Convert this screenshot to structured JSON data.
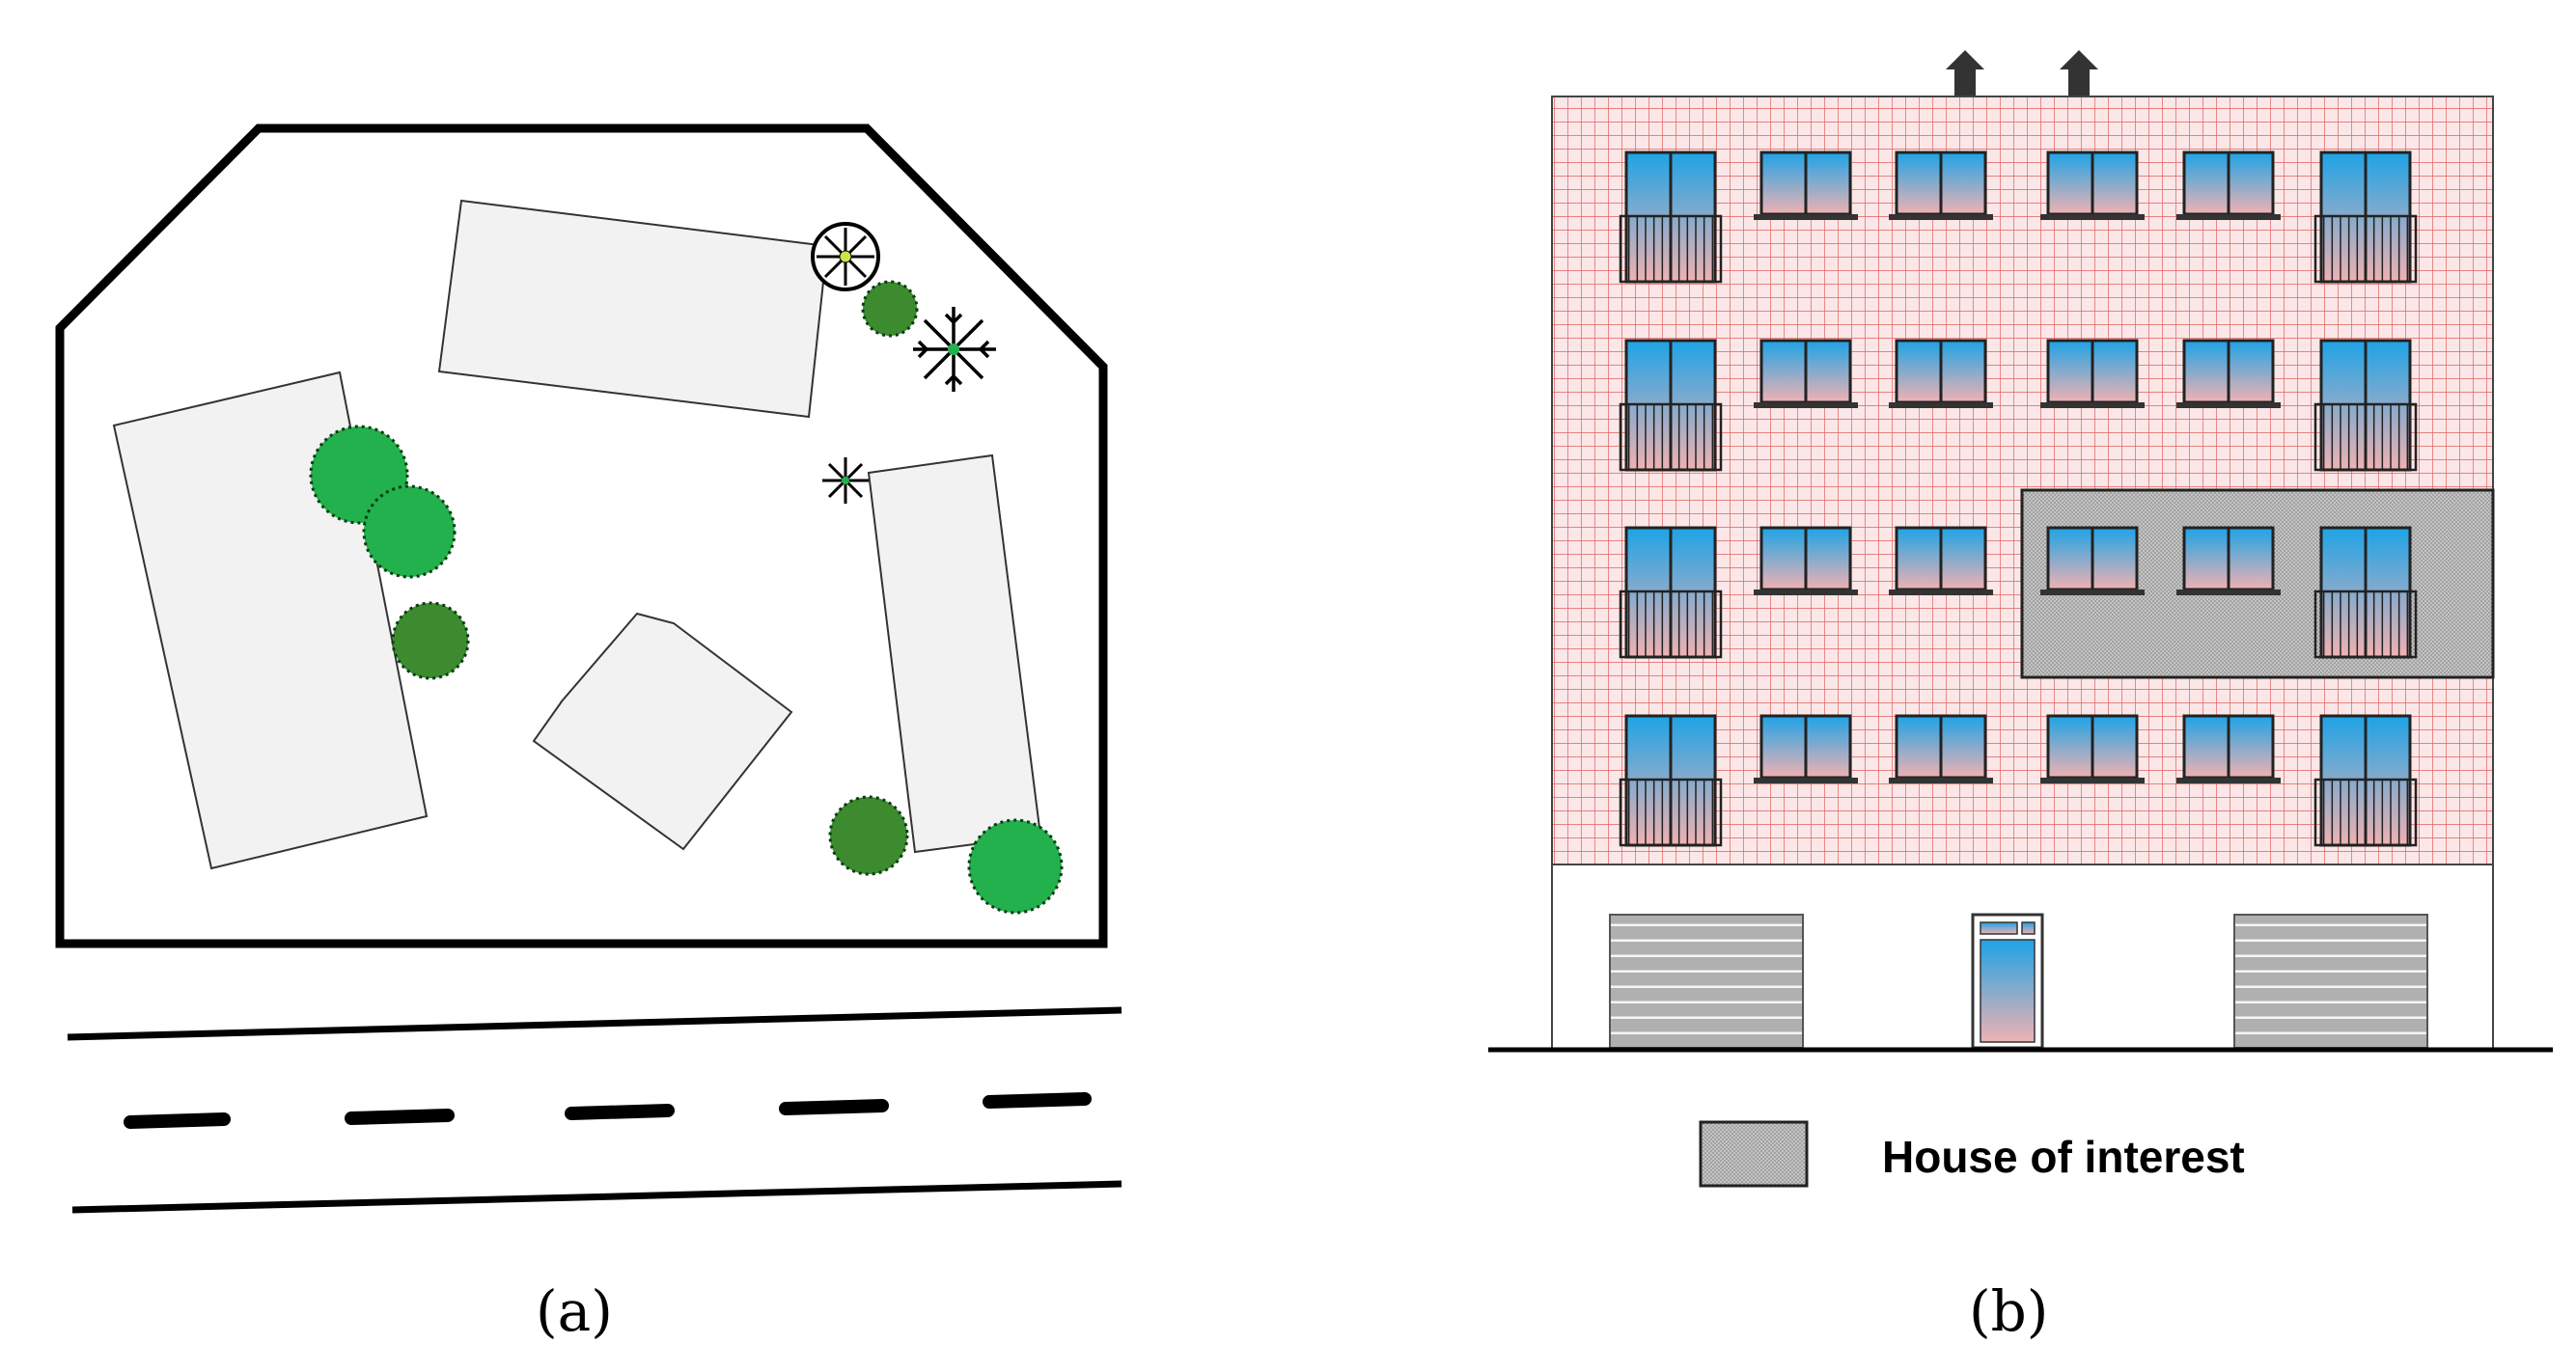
{
  "panels": [
    {
      "id": "a",
      "caption": "(a)"
    },
    {
      "id": "b",
      "caption": "(b)"
    }
  ],
  "legend": {
    "label": "House of interest"
  },
  "colors": {
    "tree_light": "#22b14c",
    "tree_dark": "#3d8b2f",
    "building_fill": "#f2f2f2",
    "facade_grid": "#e06060",
    "facade_bg": "#fbe7e7",
    "window_top": "#1ea3e6",
    "window_bottom": "#f0b2b2",
    "house_fill": "#bdbdbd",
    "shutter": "#9a9a9a"
  }
}
